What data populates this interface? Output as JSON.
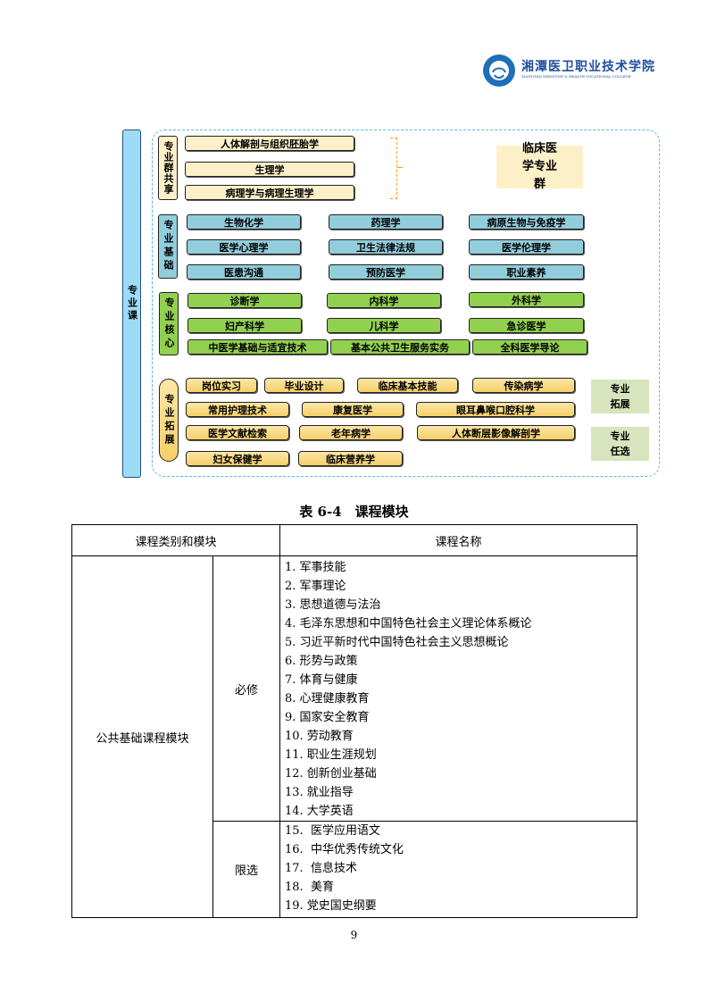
{
  "header": {
    "logo_cn": "湘潭医卫职业技术学院",
    "logo_en": "XIANGTAN MEDICINE & HEALTH VOCATIONAL COLLEGE"
  },
  "diagram": {
    "main_label": "专业课",
    "cluster_label": "临床医学专业群",
    "share": {
      "label": "专业群共享",
      "items": [
        "人体解剖与组织胚胎学",
        "生理学",
        "病理学与病理生理学"
      ]
    },
    "basic": {
      "label": "专业基础",
      "items": [
        "生物化学",
        "药理学",
        "病原生物与免疫学",
        "医学心理学",
        "卫生法律法规",
        "医学伦理学",
        "医患沟通",
        "预防医学",
        "职业素养"
      ]
    },
    "core": {
      "label": "专业核心",
      "items": [
        "诊断学",
        "内科学",
        "外科学",
        "妇产科学",
        "儿科学",
        "急诊医学",
        "中医学基础与适宜技术",
        "基本公共卫生服务实务",
        "全科医学导论"
      ]
    },
    "ext": {
      "label": "专业拓展",
      "items": [
        "岗位实习",
        "毕业设计",
        "临床基本技能",
        "传染病学",
        "常用护理技术",
        "康复医学",
        "眼耳鼻喉口腔科学",
        "医学文献检索",
        "老年病学",
        "人体断层影像解剖学",
        "妇女保健学",
        "临床营养学"
      ]
    },
    "right_labels": [
      "专业拓展",
      "专业任选"
    ]
  },
  "table": {
    "caption": "表 6-4　课程模块",
    "headers": [
      "课程类别和模块",
      "课程名称"
    ],
    "module": "公共基础课程模块",
    "required_label": "必修",
    "required": [
      "1. 军事技能",
      "2. 军事理论",
      "3. 思想道德与法治",
      "4. 毛泽东思想和中国特色社会主义理论体系概论",
      "5. 习近平新时代中国特色社会主义思想概论",
      "6. 形势与政策",
      "7. 体育与健康",
      "8. 心理健康教育",
      "9. 国家安全教育",
      "10. 劳动教育",
      "11. 职业生涯规划",
      "12. 创新创业基础",
      "13. 就业指导",
      "14. 大学英语"
    ],
    "limited_label": "限选",
    "limited": [
      "15.  医学应用语文",
      "16.  中华优秀传统文化",
      "17.  信息技术",
      "18.  美育",
      "19. 党史国史纲要"
    ]
  },
  "page_number": "9"
}
